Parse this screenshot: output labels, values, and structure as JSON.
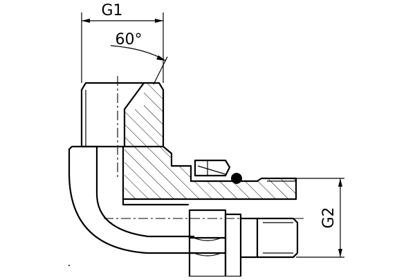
{
  "drawing": {
    "labels": {
      "g1": "G1",
      "angle": "60°",
      "g2": "G2"
    },
    "icons": [
      "o-ring-seal-icon"
    ],
    "colors": {
      "line": "#000000",
      "background": "#ffffff"
    }
  }
}
